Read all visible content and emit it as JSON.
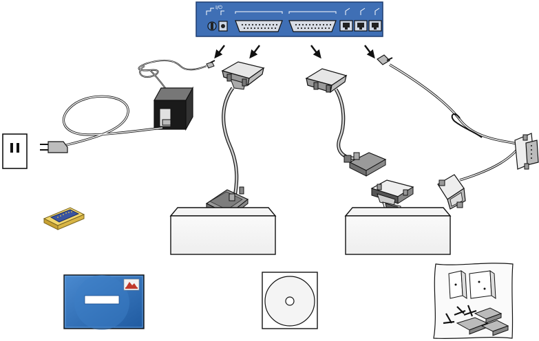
{
  "diagram": {
    "device_panel": {
      "background_color": "#3f6fb5",
      "ports": [
        "power-switch",
        "dc-power-jack",
        "db25-port-1",
        "db25-port-2",
        "rj45-port-1",
        "rj45-port-2",
        "rj45-port-3"
      ]
    },
    "items": [
      {
        "name": "power-adapter",
        "icon": "power-adapter-icon"
      },
      {
        "name": "wall-outlet",
        "icon": "wall-outlet-icon"
      },
      {
        "name": "db25-cable-1",
        "icon": "db25-cable-icon"
      },
      {
        "name": "db25-cable-2",
        "icon": "db25-cable-icon"
      },
      {
        "name": "gender-changer",
        "icon": "gender-changer-icon"
      },
      {
        "name": "rj-to-db-adapter-cable",
        "icon": "adapter-cable-icon"
      },
      {
        "name": "null-modem-adapter",
        "icon": "null-modem-icon"
      },
      {
        "name": "device-box-1",
        "icon": "box-icon"
      },
      {
        "name": "device-box-2",
        "icon": "box-icon"
      },
      {
        "name": "manual-booklet",
        "icon": "booklet-icon"
      },
      {
        "name": "cd-rom",
        "icon": "cd-icon"
      },
      {
        "name": "rack-mount-kit",
        "icon": "rack-mount-kit-icon"
      }
    ],
    "colors": {
      "panel_blue": "#3f6fb5",
      "booklet_blue": "#2f6fb8",
      "connector_gray": "#a9a9a9",
      "cable_gray": "#c8c8c8",
      "arrow_black": "#111111",
      "gender_changer_yellow": "#e8c64a",
      "gender_changer_blue": "#3a55a0"
    }
  }
}
